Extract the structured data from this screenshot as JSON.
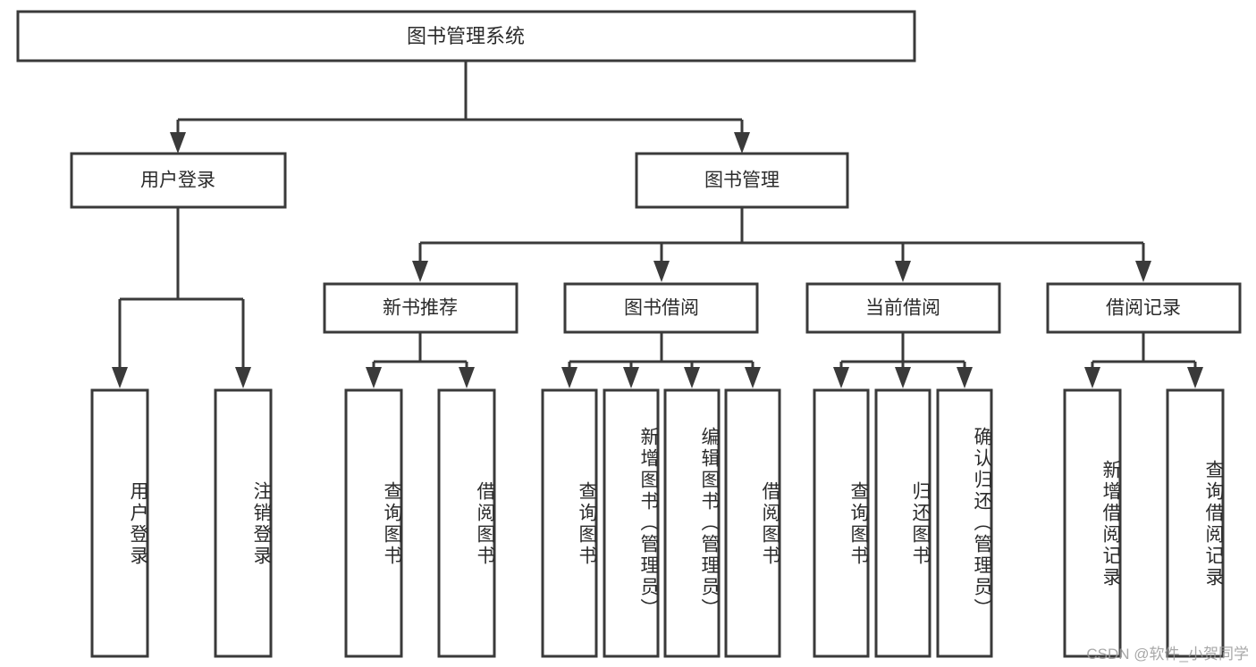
{
  "diagram": {
    "type": "tree-hierarchy",
    "title": "图书管理系统",
    "watermark": "CSDN @软件_小贺同学",
    "colors": {
      "stroke": "#3a3a3a",
      "box_fill": "#ffffff",
      "text": "#2b2b2b",
      "background": "#ffffff",
      "watermark": "#9a9a9a"
    },
    "root": {
      "label": "图书管理系统"
    },
    "level2": [
      {
        "label": "用户登录"
      },
      {
        "label": "图书管理"
      }
    ],
    "level3": [
      {
        "label": "新书推荐"
      },
      {
        "label": "图书借阅"
      },
      {
        "label": "当前借阅"
      },
      {
        "label": "借阅记录"
      }
    ],
    "leaves": {
      "user_login": [
        {
          "label": "用户登录"
        },
        {
          "label": "注销登录"
        }
      ],
      "new_book_recommend": [
        {
          "label": "查询图书"
        },
        {
          "label": "借阅图书"
        }
      ],
      "book_borrow": [
        {
          "label": "查询图书"
        },
        {
          "label": "新增图书（管理员）"
        },
        {
          "label": "编辑图书（管理员）"
        },
        {
          "label": "借阅图书"
        }
      ],
      "current_borrow": [
        {
          "label": "查询图书"
        },
        {
          "label": "归还图书"
        },
        {
          "label": "确认归还（管理员）"
        }
      ],
      "borrow_record": [
        {
          "label": "新增借阅记录"
        },
        {
          "label": "查询借阅记录"
        }
      ]
    }
  }
}
